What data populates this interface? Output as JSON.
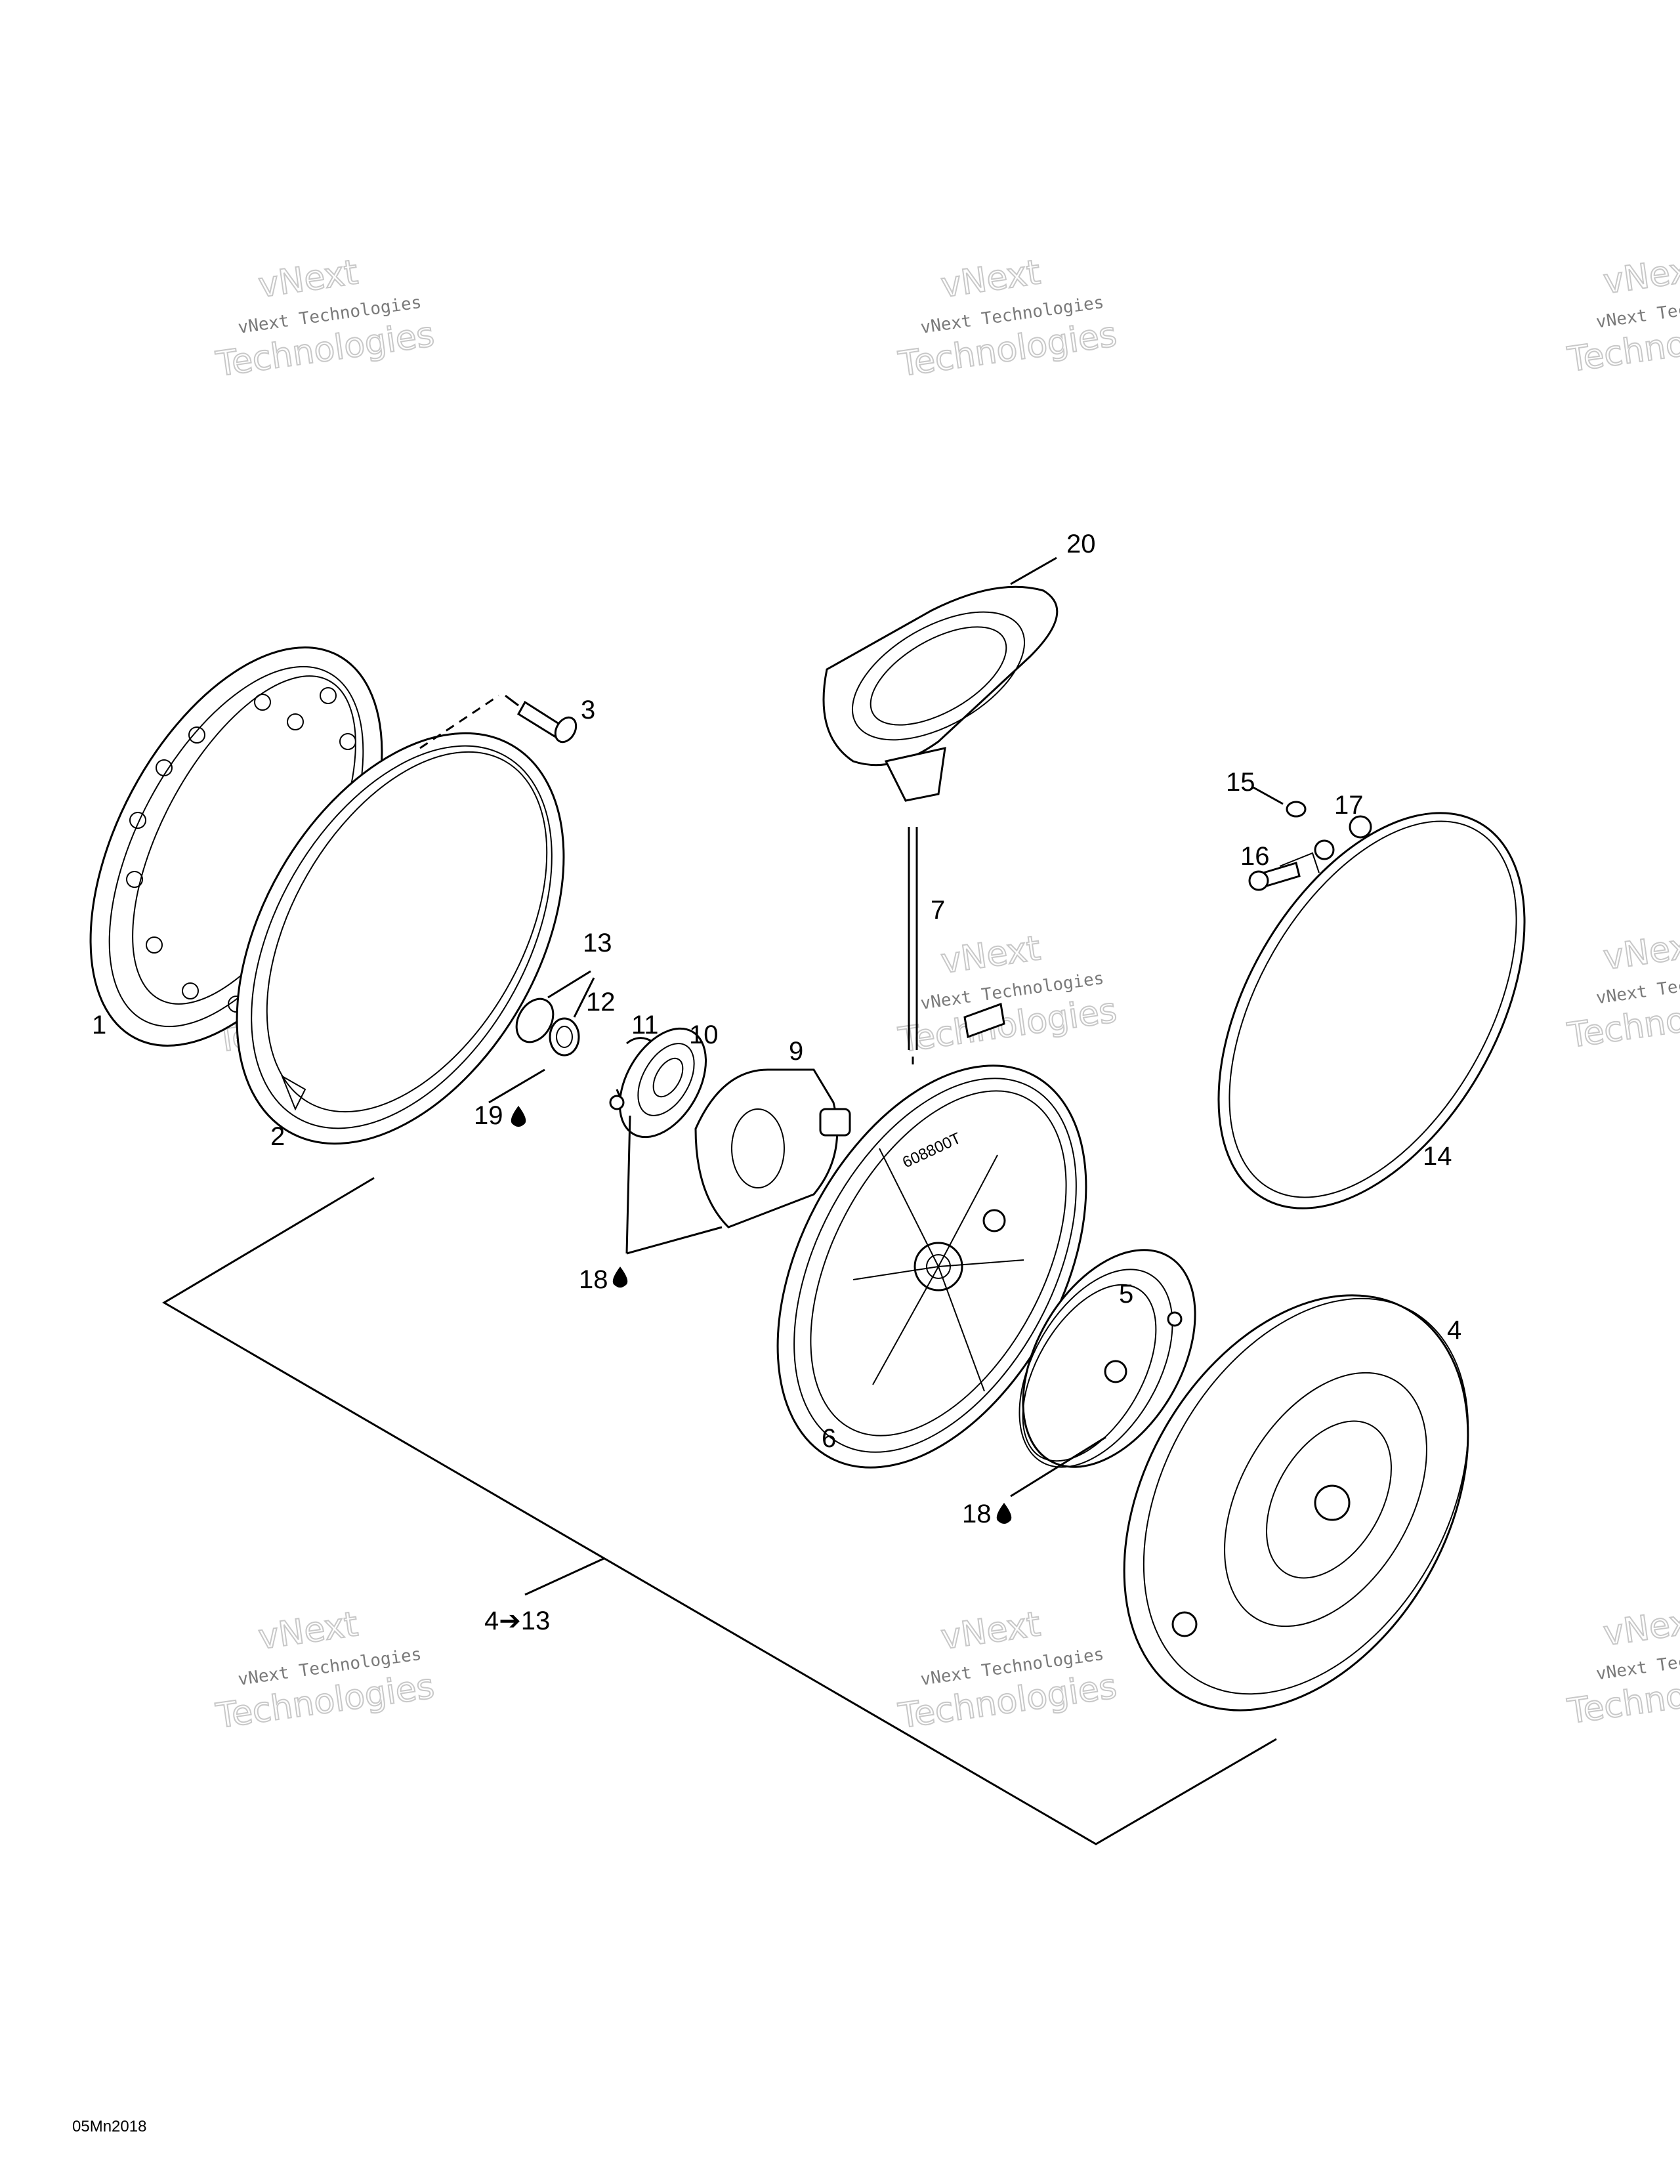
{
  "watermark": {
    "line1": "vNext",
    "line2": "vNext Technologies",
    "line3": "Technologies"
  },
  "labels": {
    "p1": "1",
    "p2": "2",
    "p3": "3",
    "p4": "4",
    "p5": "5",
    "p6": "6",
    "p7": "7",
    "p9": "9",
    "p10": "10",
    "p11": "11",
    "p12": "12",
    "p13": "13",
    "p14": "14",
    "p15": "15",
    "p16": "16",
    "p17": "17",
    "p18a": "18",
    "p18b": "18",
    "p19": "19",
    "p20": "20",
    "group": "4➔13"
  },
  "footer_code": "05Mn2018"
}
